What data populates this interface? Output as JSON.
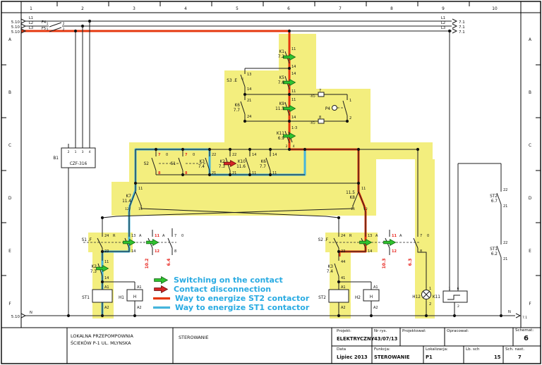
{
  "frame": {
    "columns": [
      "1",
      "2",
      "3",
      "4",
      "5",
      "6",
      "7",
      "8",
      "9",
      "10"
    ],
    "rows": [
      "A",
      "B",
      "C",
      "D",
      "E",
      "F"
    ]
  },
  "legend": {
    "items": [
      {
        "icon": "green-arrow",
        "label": "Switching on the contact"
      },
      {
        "icon": "red-arrow",
        "label": "Contact disconnection"
      },
      {
        "icon": "red-line",
        "label": "Way to energize ST2 contactor"
      },
      {
        "icon": "blue-line",
        "label": "Way to energize ST1 contactor"
      }
    ]
  },
  "colors": {
    "st2_path": "#e5380f",
    "st1_path": "#45b4dc",
    "highlight": "#f3ee7e",
    "switch_on_arrow": "#2fc32f",
    "disconnect_arrow": "#d42525",
    "red_text": "#e8251e",
    "legend_text": "#29abe2",
    "wire": "#1c1c1c"
  },
  "title_block": {
    "plant_line1": "LOKALNA PRZEPOMPOWNIA",
    "plant_line2": "ŚCIEKÓW  P-1  UL. MLYNSKA",
    "drawing_title": "STEROWANIE",
    "project_label": "Projekt:",
    "project": "ELEKTRYCZNY",
    "drawing_no_label": "Nr rys.",
    "drawing_no": "43/07/13",
    "designed_label": "Projektował:",
    "prepared_label": "Opracował:",
    "schema_label": "Schemat:",
    "schema_no": "6",
    "date_label": "Data",
    "date": "Lipiec 2013",
    "function_label": "Funkcja:",
    "function": "STEROWANIE",
    "location_label": "Lokalizacja:",
    "location": "P1",
    "sheet_count_label": "Lb. sch",
    "sheet_count": "15",
    "next_sheet_label": "Sch. nast.",
    "next_sheet": "7"
  },
  "schematic_labels": [
    [
      "5.10",
      28,
      33,
      "e",
      "ref"
    ],
    [
      "5.10",
      28,
      40,
      "e",
      "ref"
    ],
    [
      "5.10",
      28,
      47,
      "e",
      "ref"
    ],
    [
      "5.10",
      28,
      451,
      "e",
      "ref"
    ],
    [
      "L1",
      44,
      27,
      "m",
      "ln"
    ],
    [
      "L2",
      44,
      34,
      "m",
      "ln"
    ],
    [
      "L3",
      44,
      41,
      "m",
      "ln"
    ],
    [
      "N",
      44,
      445,
      "m",
      "ln"
    ],
    [
      "F4",
      62,
      33,
      "m",
      "ln"
    ],
    [
      "F5",
      62,
      42,
      "m",
      "ln"
    ],
    [
      "1",
      67,
      35,
      "m",
      "s"
    ],
    [
      "2",
      90,
      35,
      "m",
      "s"
    ],
    [
      "1",
      67,
      43,
      "m",
      "s"
    ],
    [
      "2",
      90,
      43,
      "m",
      "s"
    ],
    [
      "L1",
      628,
      27,
      "m",
      "ln"
    ],
    [
      "L2",
      628,
      34,
      "m",
      "ln"
    ],
    [
      "L3",
      628,
      41,
      "m",
      "ln"
    ],
    [
      "7.1",
      650,
      33,
      "s",
      "ref"
    ],
    [
      "7.1",
      650,
      40,
      "s",
      "ref"
    ],
    [
      "7.1",
      650,
      47,
      "s",
      "ref"
    ],
    [
      "N",
      722,
      444,
      "m",
      "ln"
    ],
    [
      "7.1",
      740,
      452,
      "s",
      "s"
    ],
    [
      "B1",
      83,
      226,
      "e",
      "b"
    ],
    [
      "CZF-316",
      111,
      234,
      "m",
      "b"
    ],
    [
      "2",
      97,
      217,
      "m",
      "s"
    ],
    [
      "1",
      107,
      217,
      "m",
      "s"
    ],
    [
      "3",
      117,
      217,
      "m",
      "s"
    ],
    [
      "4",
      127,
      217,
      "m",
      "s"
    ],
    [
      "K1",
      403,
      75,
      "e",
      "b"
    ],
    [
      "7.2",
      403,
      82,
      "e",
      "b"
    ],
    [
      "11",
      413,
      71,
      "s",
      "t"
    ],
    [
      "14",
      413,
      96,
      "s",
      "t"
    ],
    [
      "S3 .E",
      336,
      116,
      "e",
      "b"
    ],
    [
      "◁",
      343,
      113,
      "m",
      "s"
    ],
    [
      "13",
      350,
      107,
      "s",
      "t"
    ],
    [
      "14",
      350,
      128,
      "s",
      "t"
    ],
    [
      "K5",
      403,
      112,
      "e",
      "b"
    ],
    [
      "7.6",
      403,
      119,
      "e",
      "b"
    ],
    [
      "14",
      413,
      106,
      "s",
      "t"
    ],
    [
      "11",
      413,
      131,
      "s",
      "t"
    ],
    [
      "K6",
      340,
      151,
      "e",
      "b"
    ],
    [
      "7.7",
      340,
      158,
      "e",
      "b"
    ],
    [
      "21",
      350,
      144,
      "s",
      "t"
    ],
    [
      "24",
      350,
      167,
      "s",
      "t"
    ],
    [
      "K9",
      403,
      149,
      "e",
      "b"
    ],
    [
      "11.5",
      403,
      156,
      "e",
      "b"
    ],
    [
      "11",
      413,
      143,
      "s",
      "t"
    ],
    [
      "14",
      413,
      168,
      "s",
      "t"
    ],
    [
      "-X1-",
      448,
      138,
      "e",
      "s"
    ],
    [
      "7",
      452,
      130,
      "s",
      "t"
    ],
    [
      "-X1-",
      448,
      176,
      "e",
      "s"
    ],
    [
      "8",
      452,
      168,
      "s",
      "t"
    ],
    [
      "P4",
      468,
      156,
      "e",
      "b"
    ],
    [
      "1",
      495,
      144,
      "s",
      "t"
    ],
    [
      "2",
      495,
      169,
      "s",
      "t"
    ],
    [
      "K11",
      403,
      191,
      "e",
      "b"
    ],
    [
      "6.9",
      403,
      198,
      "e",
      "b"
    ],
    [
      "1-3",
      413,
      183,
      "s",
      "t"
    ],
    [
      "2",
      406,
      209,
      "m",
      "s"
    ],
    [
      "4",
      416,
      209,
      "m",
      "s"
    ],
    [
      "S2",
      211,
      234,
      "e",
      "b"
    ],
    [
      "7",
      224,
      221,
      "s",
      "r"
    ],
    [
      "0",
      235,
      221,
      "s",
      "t"
    ],
    [
      "8",
      224,
      247,
      "s",
      "r"
    ],
    [
      "S1",
      249,
      234,
      "e",
      "b"
    ],
    [
      "7",
      262,
      221,
      "s",
      "r"
    ],
    [
      "0",
      273,
      221,
      "s",
      "t"
    ],
    [
      "8",
      262,
      247,
      "s",
      "r"
    ],
    [
      "K3",
      290,
      231,
      "e",
      "b"
    ],
    [
      "7.4",
      290,
      238,
      "e",
      "b"
    ],
    [
      "22",
      300,
      221,
      "s",
      "t"
    ],
    [
      "21",
      300,
      247,
      "s",
      "t"
    ],
    [
      "K2",
      319,
      231,
      "e",
      "b"
    ],
    [
      "7.3",
      319,
      238,
      "e",
      "b"
    ],
    [
      "22",
      329,
      221,
      "s",
      "t"
    ],
    [
      "21",
      329,
      247,
      "s",
      "t"
    ],
    [
      "K10",
      348,
      231,
      "e",
      "b"
    ],
    [
      "11.6",
      348,
      238,
      "e",
      "b"
    ],
    [
      "14",
      357,
      221,
      "s",
      "t"
    ],
    [
      "11",
      357,
      247,
      "s",
      "t"
    ],
    [
      "K6",
      377,
      231,
      "e",
      "b"
    ],
    [
      "7.7",
      377,
      238,
      "e",
      "b"
    ],
    [
      "14",
      386,
      221,
      "s",
      "t"
    ],
    [
      "11",
      386,
      247,
      "s",
      "t"
    ],
    [
      "K7",
      186,
      280,
      "e",
      "b"
    ],
    [
      "11.4",
      186,
      287,
      "e",
      "b"
    ],
    [
      "11",
      196,
      269,
      "s",
      "t"
    ],
    [
      "12",
      180,
      298,
      "m",
      "s"
    ],
    [
      "14",
      199,
      298,
      "m",
      "s"
    ],
    [
      "11.5",
      503,
      275,
      "e",
      "b"
    ],
    [
      "K8",
      503,
      282,
      "e",
      "b"
    ],
    [
      "11",
      512,
      269,
      "s",
      "t"
    ],
    [
      "14",
      500,
      298,
      "m",
      "s"
    ],
    [
      "12",
      518,
      298,
      "m",
      "s"
    ],
    [
      "S1 .F",
      130,
      342,
      "e",
      "b"
    ],
    [
      "24",
      148,
      336,
      "s",
      "t"
    ],
    [
      "R",
      160,
      336,
      "s",
      "t"
    ],
    [
      "23",
      148,
      358,
      "s",
      "t"
    ],
    [
      "13",
      186,
      336,
      "s",
      "t"
    ],
    [
      "A",
      197,
      336,
      "s",
      "t"
    ],
    [
      "14",
      186,
      358,
      "s",
      "t"
    ],
    [
      "11",
      219,
      336,
      "s",
      "r"
    ],
    [
      "A",
      230,
      336,
      "s",
      "t"
    ],
    [
      "12",
      219,
      358,
      "s",
      "r"
    ],
    [
      "7",
      247,
      336,
      "s",
      "t"
    ],
    [
      "0",
      257,
      336,
      "s",
      "t"
    ],
    [
      "8",
      247,
      358,
      "s",
      "t"
    ],
    [
      "10.2",
      210,
      374,
      "m",
      "rv"
    ],
    [
      "6.4",
      241,
      372,
      "m",
      "rv"
    ],
    [
      "K2",
      137,
      380,
      "e",
      "b"
    ],
    [
      "7.3",
      137,
      387,
      "e",
      "b"
    ],
    [
      "11",
      148,
      373,
      "s",
      "t"
    ],
    [
      "14",
      148,
      396,
      "s",
      "t"
    ],
    [
      "ST1",
      127,
      424,
      "e",
      "b"
    ],
    [
      "A1",
      148,
      409,
      "s",
      "t"
    ],
    [
      "A2",
      148,
      438,
      "s",
      "t"
    ],
    [
      "H1",
      176,
      424,
      "e",
      "b"
    ],
    [
      "H",
      191,
      423,
      "m",
      "b"
    ],
    [
      "A1",
      194,
      409,
      "s",
      "t"
    ],
    [
      "A2",
      194,
      438,
      "s",
      "t"
    ],
    [
      "S2 .F",
      465,
      342,
      "e",
      "b"
    ],
    [
      "24",
      483,
      336,
      "s",
      "t"
    ],
    [
      "R",
      495,
      336,
      "s",
      "t"
    ],
    [
      "23",
      483,
      358,
      "s",
      "t"
    ],
    [
      "13",
      521,
      336,
      "s",
      "t"
    ],
    [
      "A",
      532,
      336,
      "s",
      "t"
    ],
    [
      "14",
      521,
      358,
      "s",
      "t"
    ],
    [
      "11",
      555,
      336,
      "s",
      "r"
    ],
    [
      "A",
      566,
      336,
      "s",
      "t"
    ],
    [
      "12",
      555,
      358,
      "s",
      "r"
    ],
    [
      "7",
      595,
      336,
      "s",
      "t"
    ],
    [
      "0",
      605,
      336,
      "s",
      "t"
    ],
    [
      "8",
      595,
      358,
      "s",
      "t"
    ],
    [
      "10.3",
      546,
      374,
      "m",
      "rv"
    ],
    [
      "6.3",
      583,
      372,
      "m",
      "rv"
    ],
    [
      "K3",
      472,
      380,
      "e",
      "b"
    ],
    [
      "7.4",
      472,
      387,
      "e",
      "b"
    ],
    [
      "44",
      483,
      373,
      "s",
      "t"
    ],
    [
      "41",
      483,
      396,
      "s",
      "t"
    ],
    [
      "ST2",
      462,
      424,
      "e",
      "b"
    ],
    [
      "A1",
      483,
      409,
      "s",
      "t"
    ],
    [
      "A2",
      483,
      438,
      "s",
      "t"
    ],
    [
      "H2",
      511,
      424,
      "e",
      "b"
    ],
    [
      "H",
      526,
      423,
      "m",
      "b"
    ],
    [
      "A1",
      529,
      409,
      "s",
      "t"
    ],
    [
      "A2",
      529,
      438,
      "s",
      "t"
    ],
    [
      "H12",
      596,
      423,
      "e",
      "b"
    ],
    [
      "1",
      608,
      411,
      "s",
      "t"
    ],
    [
      "2",
      608,
      433,
      "s",
      "t"
    ],
    [
      "K11",
      624,
      423,
      "e",
      "b"
    ],
    [
      "1",
      637,
      411,
      "m",
      "s"
    ],
    [
      "6",
      649,
      411,
      "m",
      "s"
    ],
    [
      "2",
      648,
      436,
      "s",
      "s"
    ],
    [
      "ST2",
      705,
      280,
      "e",
      "b"
    ],
    [
      "6.7",
      705,
      287,
      "e",
      "b"
    ],
    [
      "22",
      713,
      271,
      "s",
      "t"
    ],
    [
      "21",
      713,
      294,
      "s",
      "t"
    ],
    [
      "ST1",
      705,
      355,
      "e",
      "b"
    ],
    [
      "6.2",
      705,
      362,
      "e",
      "b"
    ],
    [
      "22",
      713,
      346,
      "s",
      "t"
    ],
    [
      "21",
      713,
      369,
      "s",
      "t"
    ]
  ]
}
